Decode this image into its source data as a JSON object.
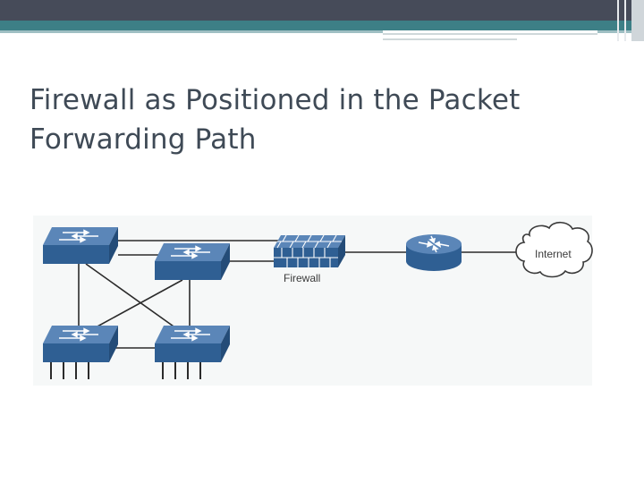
{
  "slide": {
    "title_line1": "Firewall as Positioned in the Packet",
    "title_line2": "Forwarding Path"
  },
  "diagram": {
    "firewall_label": "Firewall",
    "cloud_label": "Internet"
  },
  "colors": {
    "header_dark": "#464b59",
    "header_teal": "#3d7f86",
    "device_blue": "#2f5f93",
    "device_light": "#5b86b8",
    "link": "#2b2b2b"
  }
}
